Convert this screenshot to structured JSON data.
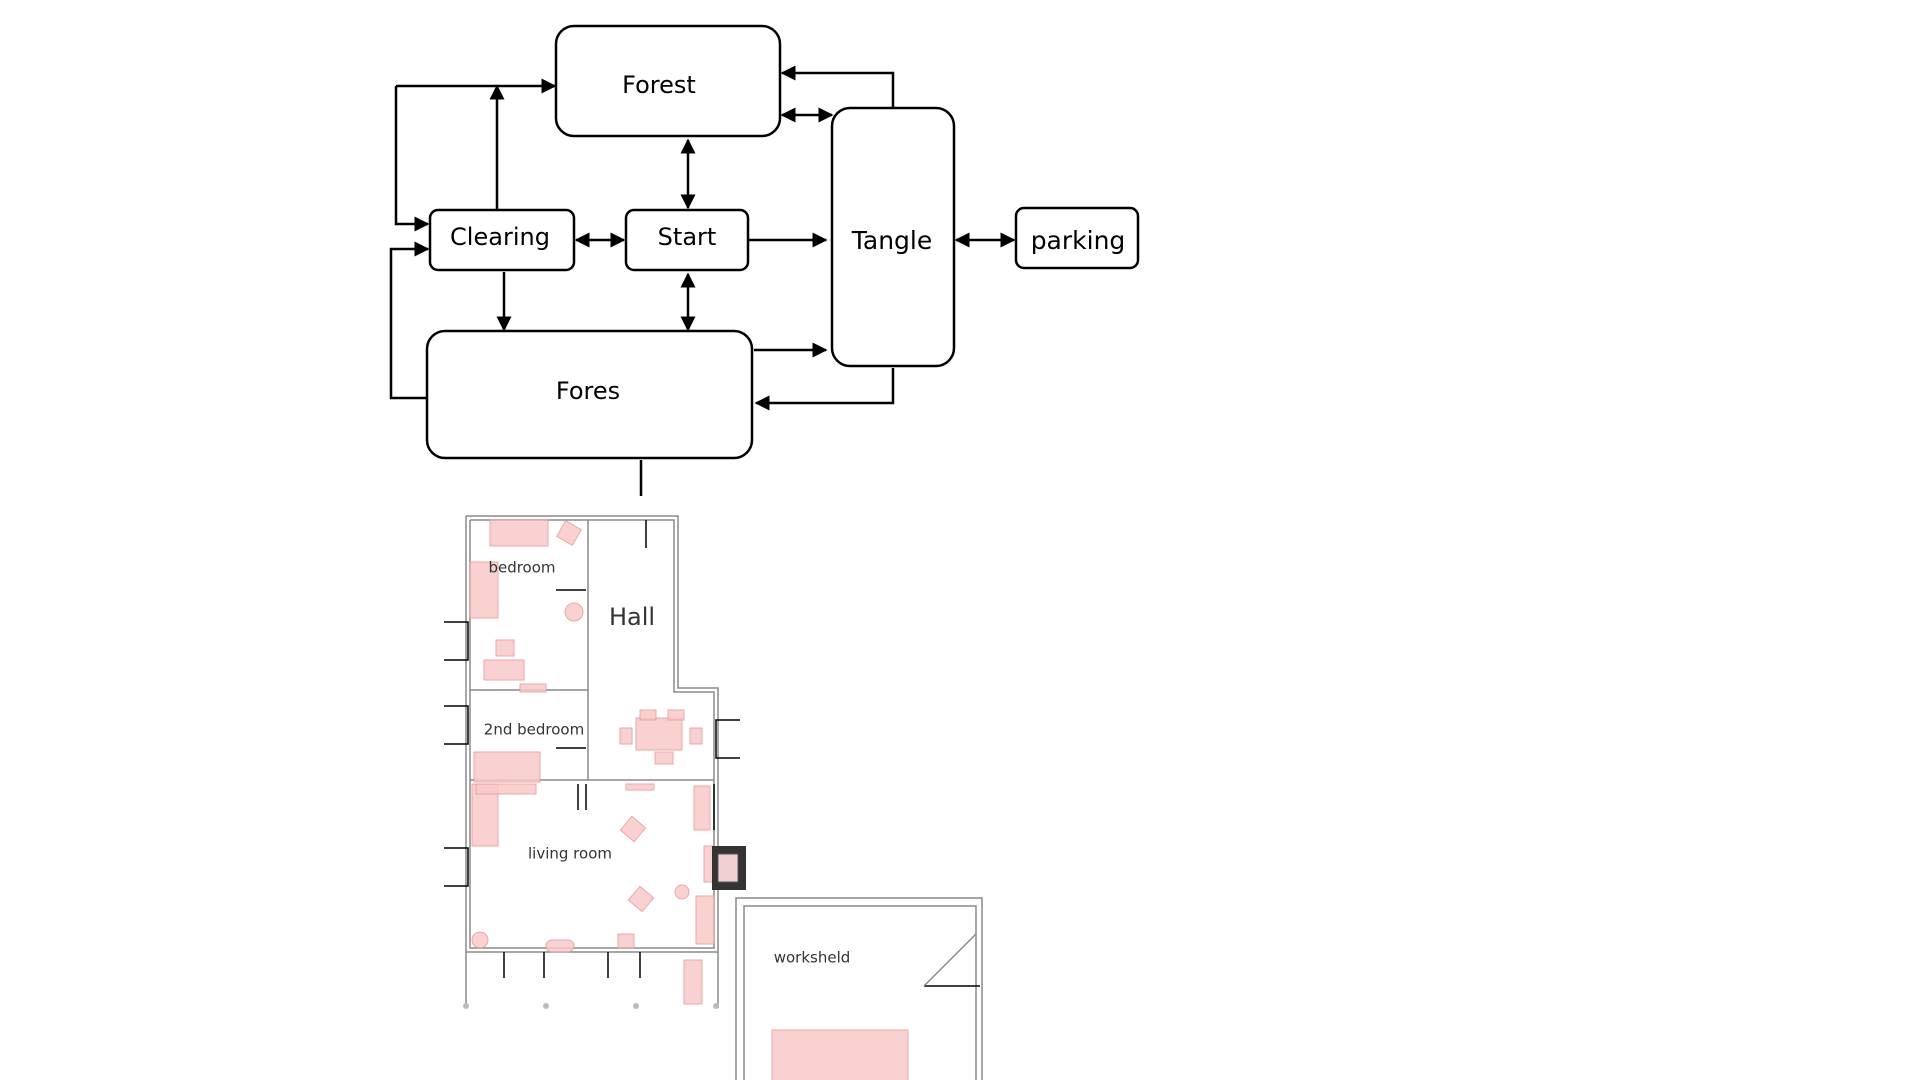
{
  "flowchart": {
    "nodes": {
      "forest_top": "Forest",
      "tangle": "Tangle",
      "clearing": "Clearing",
      "start": "Start",
      "parking": "parking",
      "fores_bottom": "Fores"
    }
  },
  "floorplan": {
    "rooms": {
      "bedroom": "bedroom",
      "hall": "Hall",
      "second_bedroom": "2nd bedroom",
      "living_room": "living room",
      "workshed": "worksheld"
    }
  },
  "colors": {
    "stroke": "#000000",
    "furniture": "#f8c9c9",
    "wall": "#8a8a8a"
  }
}
